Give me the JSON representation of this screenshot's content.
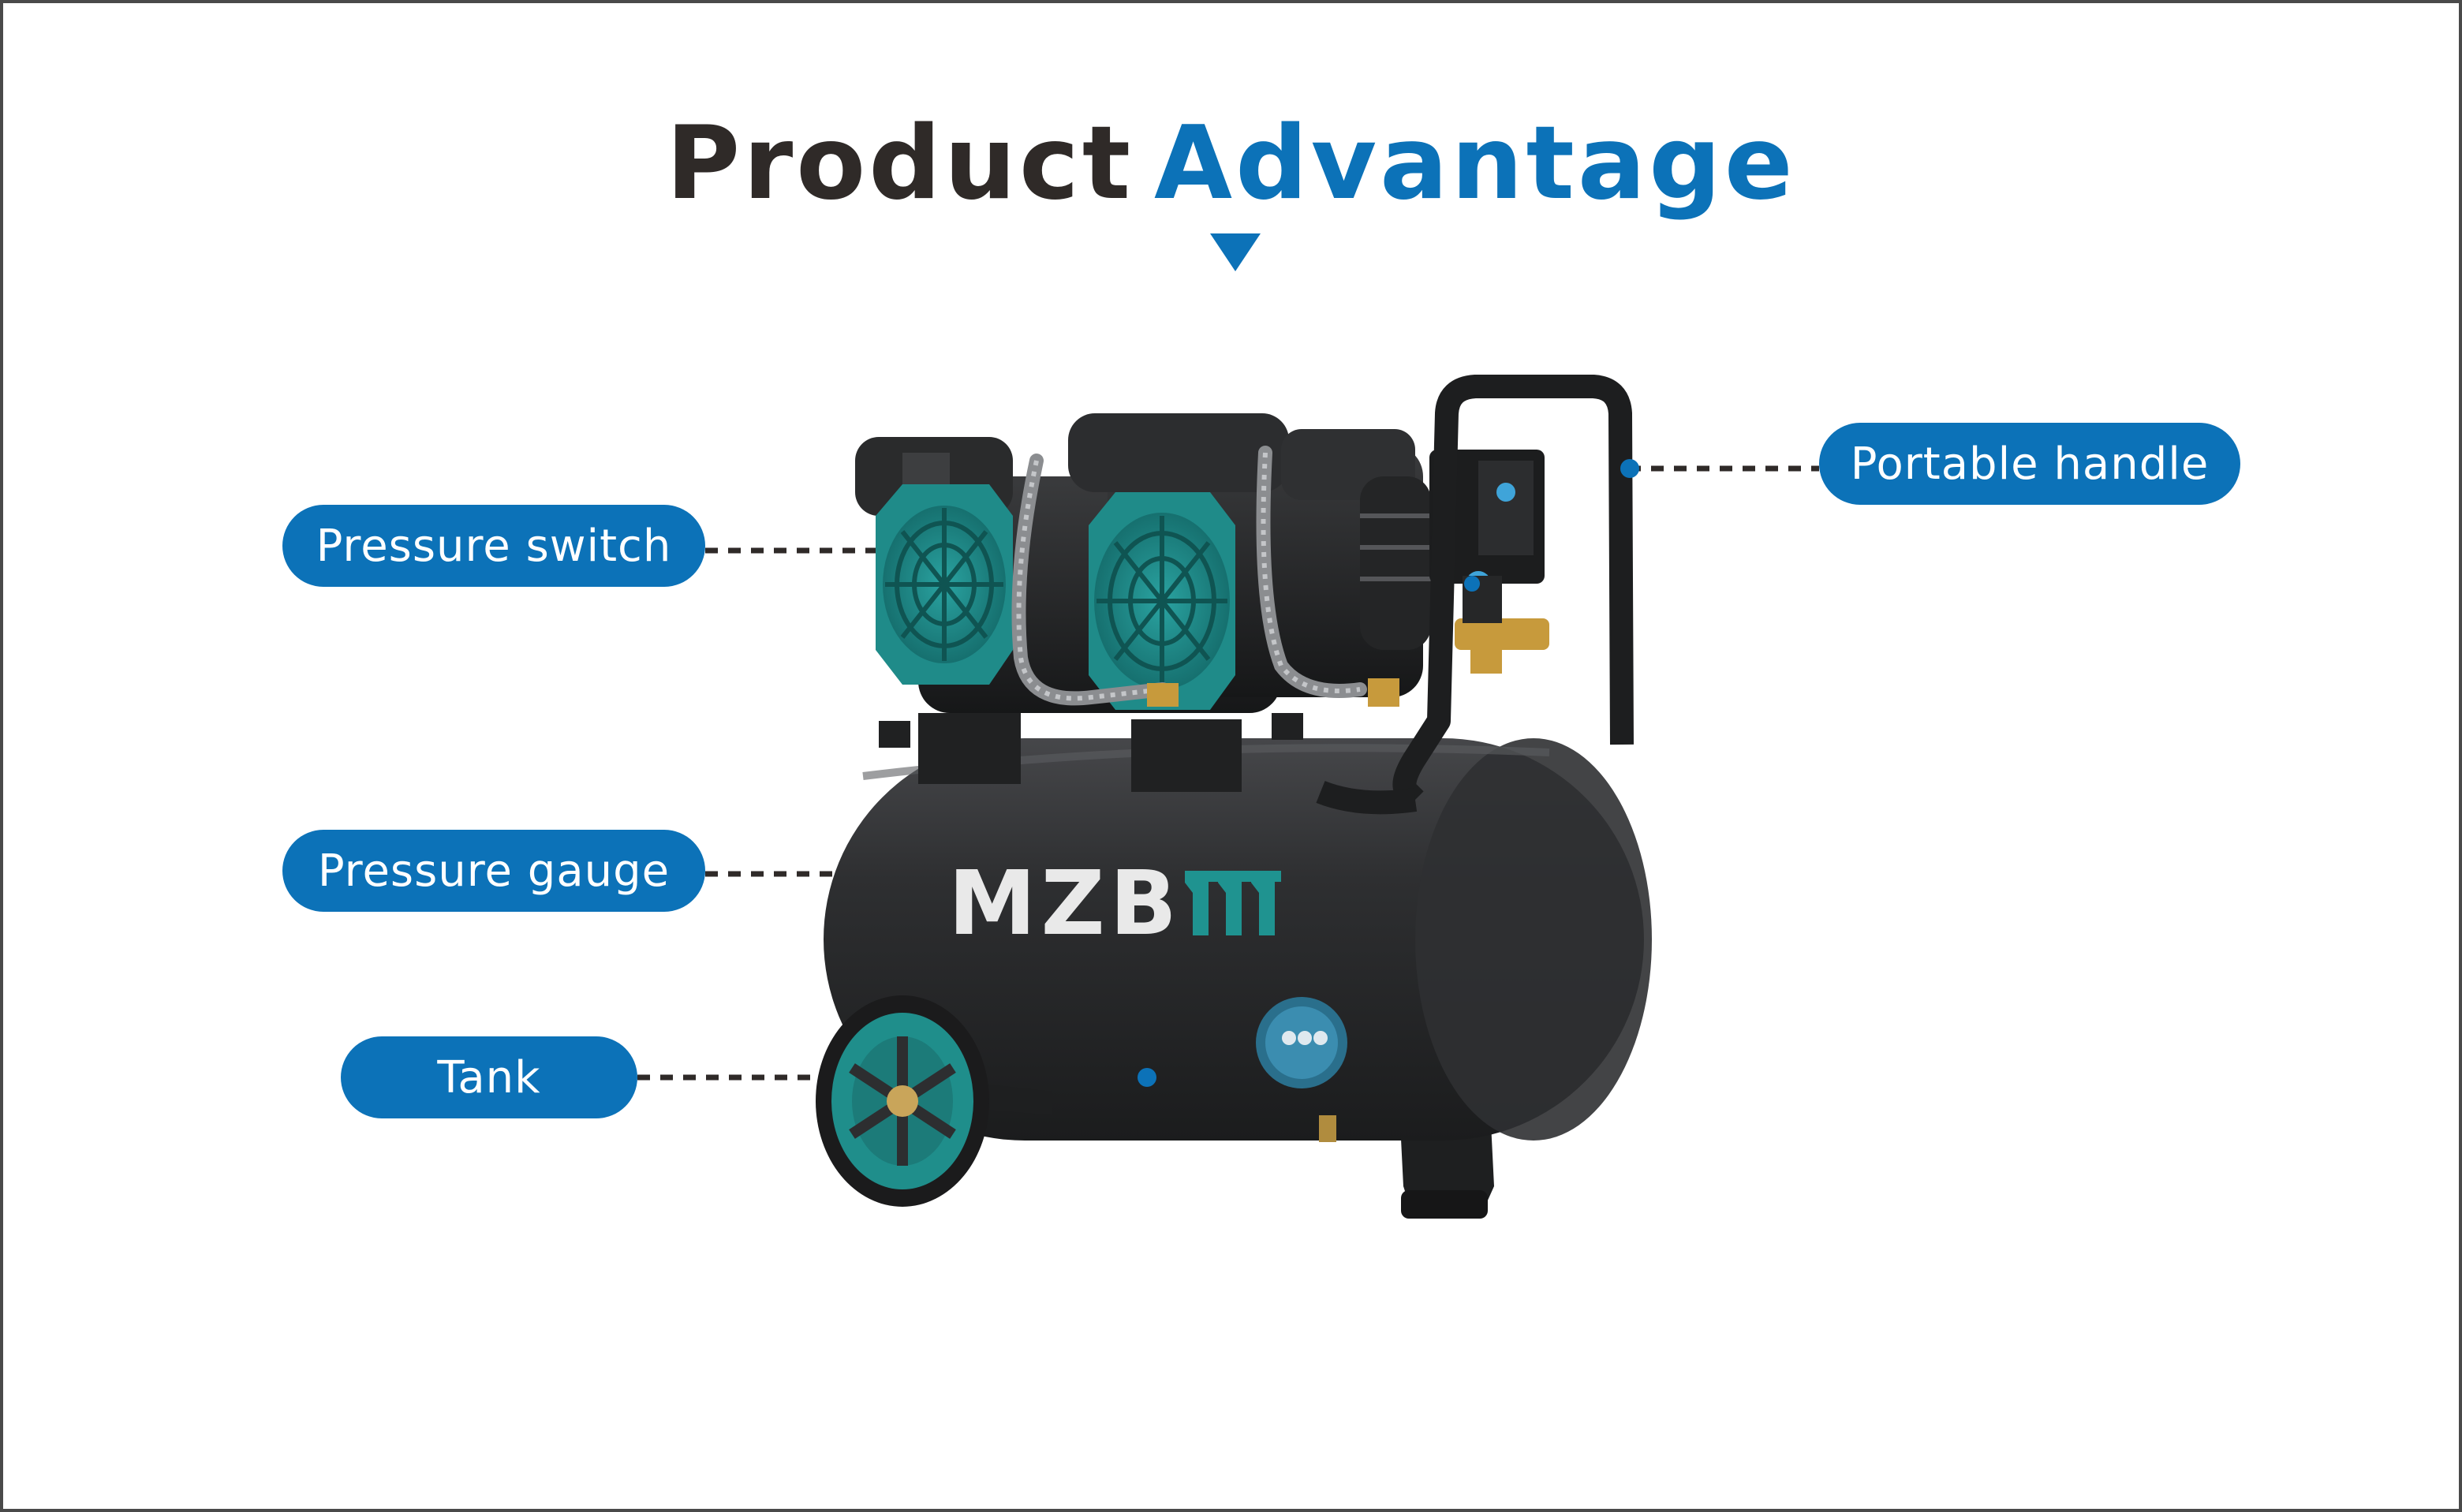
{
  "title": {
    "part1": "Product",
    "part2": "Advantage"
  },
  "callouts": {
    "pressure_switch": "Pressure switch",
    "pressure_gauge": "Pressure gauge",
    "tank": "Tank",
    "portable_handle": "Portable handle"
  },
  "product": {
    "brand_text": "MZB"
  },
  "colors": {
    "accent_blue": "#0c72b8",
    "title_dark": "#2f2a28",
    "teal": "#1e8c8a",
    "tank_black": "#2a2b2d"
  }
}
